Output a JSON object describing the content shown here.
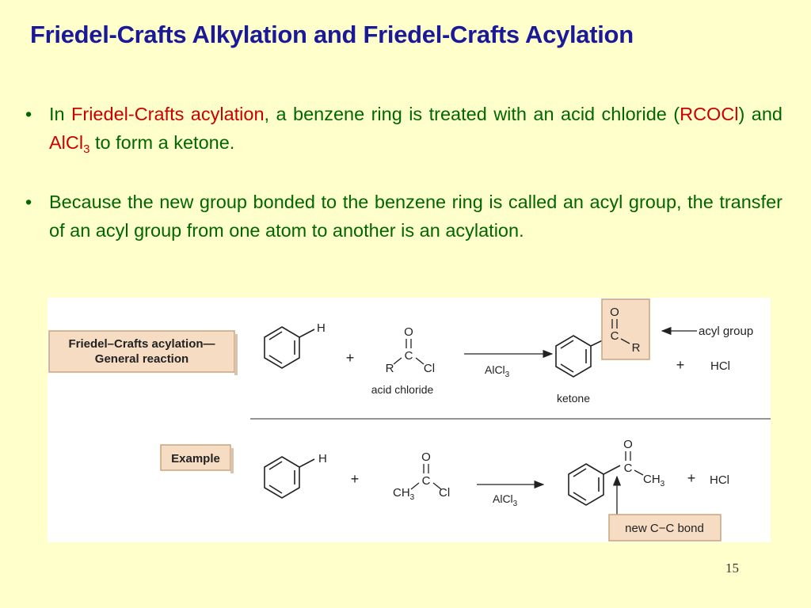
{
  "slide": {
    "title": "Friedel-Crafts Alkylation and Friedel-Crafts Acylation",
    "number": "15"
  },
  "bullets": [
    {
      "prefix": "In ",
      "term": "Friedel-Crafts acylation",
      "middle": ", a benzene ring is treated with an acid chloride (",
      "reagent1": "RCOCl",
      "and": ") and ",
      "reagent2_main": "AlCl",
      "reagent2_sub": "3",
      "suffix": " to form a ketone."
    },
    {
      "text": "Because the new group bonded to the benzene ring is called an acyl group, the transfer of an acyl group from one atom to another is an acylation."
    }
  ],
  "figure": {
    "general": {
      "box_line1": "Friedel–Crafts acylation—",
      "box_line2": "General reaction",
      "h": "H",
      "plus1": "+",
      "o": "O",
      "c": "C",
      "r": "R",
      "cl": "Cl",
      "reagent_caption": "acid chloride",
      "catalyst_main": "AlCl",
      "catalyst_sub": "3",
      "product_caption": "ketone",
      "acyl_label": "acyl group",
      "plus2": "+",
      "byproduct": "HCl"
    },
    "example": {
      "box_label": "Example",
      "h": "H",
      "plus1": "+",
      "o": "O",
      "c": "C",
      "ch3_main": "CH",
      "ch3_sub": "3",
      "cl": "Cl",
      "catalyst_main": "AlCl",
      "catalyst_sub": "3",
      "plus2": "+",
      "byproduct": "HCl",
      "bond_label": "new C−C bond"
    },
    "colors": {
      "box_fill": "#f5dcc3",
      "box_stroke": "#c8a57e",
      "title": "#1a1a99",
      "text": "#006600",
      "highlight": "#cc0000"
    }
  }
}
